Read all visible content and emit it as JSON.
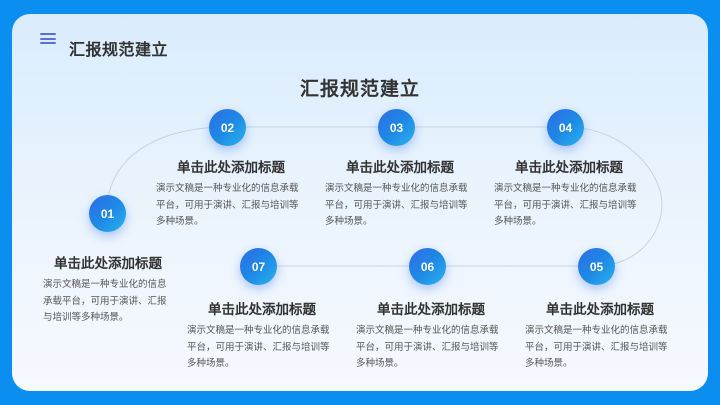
{
  "header": {
    "menu_icon": "hamburger-icon",
    "title": "汇报规范建立"
  },
  "main": {
    "title": "汇报规范建立",
    "steps": [
      {
        "number": "01",
        "title": "单击此处添加标题",
        "desc": "演示文稿是一种专业化的信息承载平台，可用于演讲、汇报与培训等多种场景。"
      },
      {
        "number": "02",
        "title": "单击此处添加标题",
        "desc": "演示文稿是一种专业化的信息承载平台，可用于演讲、汇报与培训等多种场景。"
      },
      {
        "number": "03",
        "title": "单击此处添加标题",
        "desc": "演示文稿是一种专业化的信息承载平台，可用于演讲、汇报与培训等多种场景。"
      },
      {
        "number": "04",
        "title": "单击此处添加标题",
        "desc": "演示文稿是一种专业化的信息承载平台，可用于演讲、汇报与培训等多种场景。"
      },
      {
        "number": "05",
        "title": "单击此处添加标题",
        "desc": "演示文稿是一种专业化的信息承载平台，可用于演讲、汇报与培训等多种场景。"
      },
      {
        "number": "06",
        "title": "单击此处添加标题",
        "desc": "演示文稿是一种专业化的信息承载平台，可用于演讲、汇报与培训等多种场景。"
      },
      {
        "number": "07",
        "title": "单击此处添加标题",
        "desc": "演示文稿是一种专业化的信息承载平台，可用于演讲、汇报与培训等多种场景。"
      }
    ]
  },
  "colors": {
    "frame": "#0a8ff0",
    "accent_start": "#2f6ce8",
    "accent_end": "#29b3ef",
    "menu_icon": "#5a6fe0",
    "title_text": "#333333",
    "body_text": "#555555"
  }
}
